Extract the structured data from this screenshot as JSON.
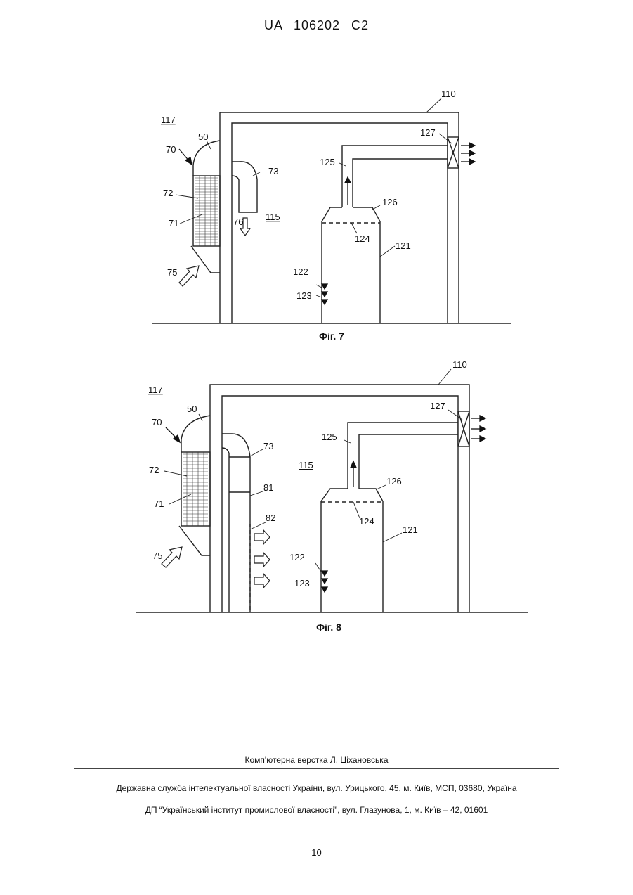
{
  "header": {
    "patent_number": "UA   106202   C2"
  },
  "figure7": {
    "caption": "Фіг. 7",
    "labels": {
      "l110": "110",
      "l117": "117",
      "l50": "50",
      "l70": "70",
      "l73": "73",
      "l72": "72",
      "l71": "71",
      "l76": "76",
      "l115": "115",
      "l127": "127",
      "l125": "125",
      "l126": "126",
      "l124": "124",
      "l121": "121",
      "l75": "75",
      "l122": "122",
      "l123": "123"
    }
  },
  "figure8": {
    "caption": "Фіг. 8",
    "labels": {
      "l110": "110",
      "l117": "117",
      "l50": "50",
      "l70": "70",
      "l73": "73",
      "l72": "72",
      "l71": "71",
      "l81": "81",
      "l82": "82",
      "l115": "115",
      "l127": "127",
      "l125": "125",
      "l126": "126",
      "l124": "124",
      "l121": "121",
      "l75": "75",
      "l122": "122",
      "l123": "123"
    }
  },
  "footer": {
    "typesetting": "Комп'ютерна верстка Л. Ціхановська",
    "agency": "Державна служба інтелектуальної власності України, вул. Урицького, 45, м. Київ, МСП, 03680, Україна",
    "institute": "ДП “Український інститут промислової власності”, вул. Глазунова, 1, м. Київ – 42, 01601"
  },
  "page_number": "10"
}
